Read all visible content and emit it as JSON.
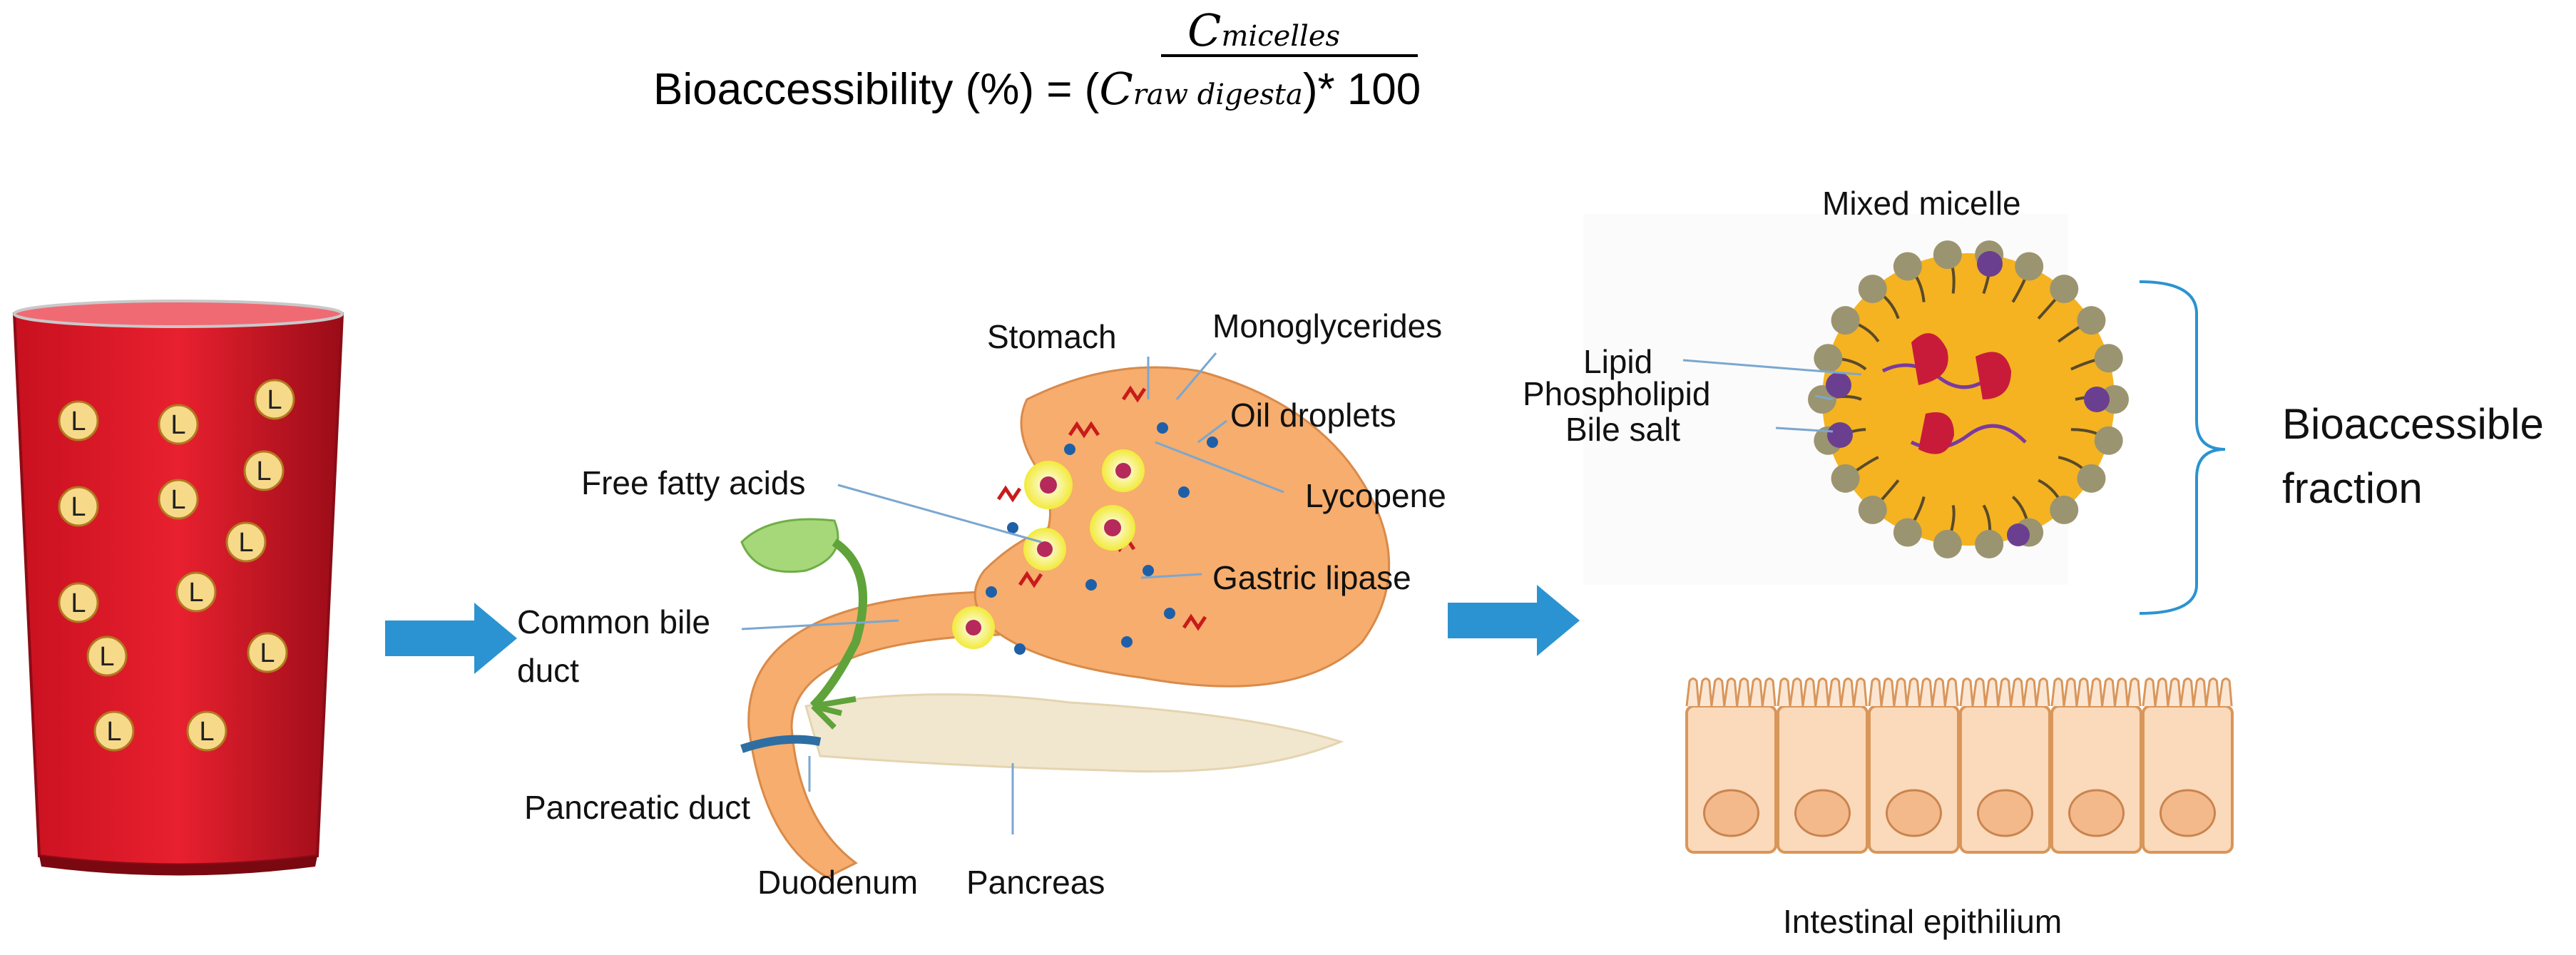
{
  "formula": {
    "lhs": "Bioaccessibility (%) = (",
    "numerator_symbol": "C",
    "numerator_sub": "micelles",
    "denominator_symbol": "C",
    "denominator_sub": "raw digesta",
    "rhs": ")* 100"
  },
  "glass": {
    "particle_label": "L"
  },
  "digestion": {
    "labels": {
      "stomach": "Stomach",
      "monoglycerides": "Monoglycerides",
      "oil_droplets": "Oil droplets",
      "free_fatty_acids": "Free fatty acids",
      "lycopene": "Lycopene",
      "gastric_lipase": "Gastric lipase",
      "common_bile_duct_line1": "Common bile",
      "common_bile_duct_line2": "duct",
      "pancreatic_duct": "Pancreatic duct",
      "duodenum": "Duodenum",
      "pancreas": "Pancreas"
    }
  },
  "micelle": {
    "title": "Mixed micelle",
    "lipid": "Lipid",
    "phospholipid": "Phospholipid",
    "bile_salt": "Bile salt",
    "fraction_line1": "Bioaccessible",
    "fraction_line2": "fraction"
  },
  "epithelium": {
    "title": "Intestinal epithilium"
  },
  "colors": {
    "juice": "#d41e2b",
    "particle": "#f7d98a",
    "arrow": "#2b93d1",
    "stomach": "#f6ad6d",
    "micelle_core": "#f5b321",
    "bile_salt": "#6b3f8f",
    "phospholipid_head": "#9b9470",
    "cell": "#fbd9bb"
  }
}
